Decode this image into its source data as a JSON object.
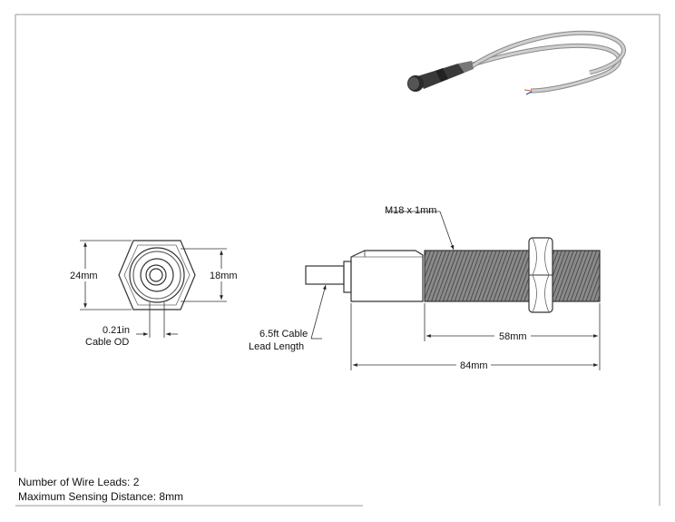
{
  "dimensions": {
    "thread_spec": "M18 x 1mm",
    "hex_across_corners": "24mm",
    "hex_across_flats": "18mm",
    "cable_od_value": "0.21in",
    "cable_od_label": "Cable OD",
    "cable_length_line1": "6.5ft Cable",
    "cable_length_line2": "Lead Length",
    "thread_length": "58mm",
    "overall_length": "84mm"
  },
  "notes": {
    "wire_leads": "Number of Wire Leads: 2",
    "sensing_distance": "Maximum Sensing Distance: 8mm"
  },
  "colors": {
    "line": "#333333",
    "thread": "#6e6e6e",
    "body": "#ffffff"
  }
}
